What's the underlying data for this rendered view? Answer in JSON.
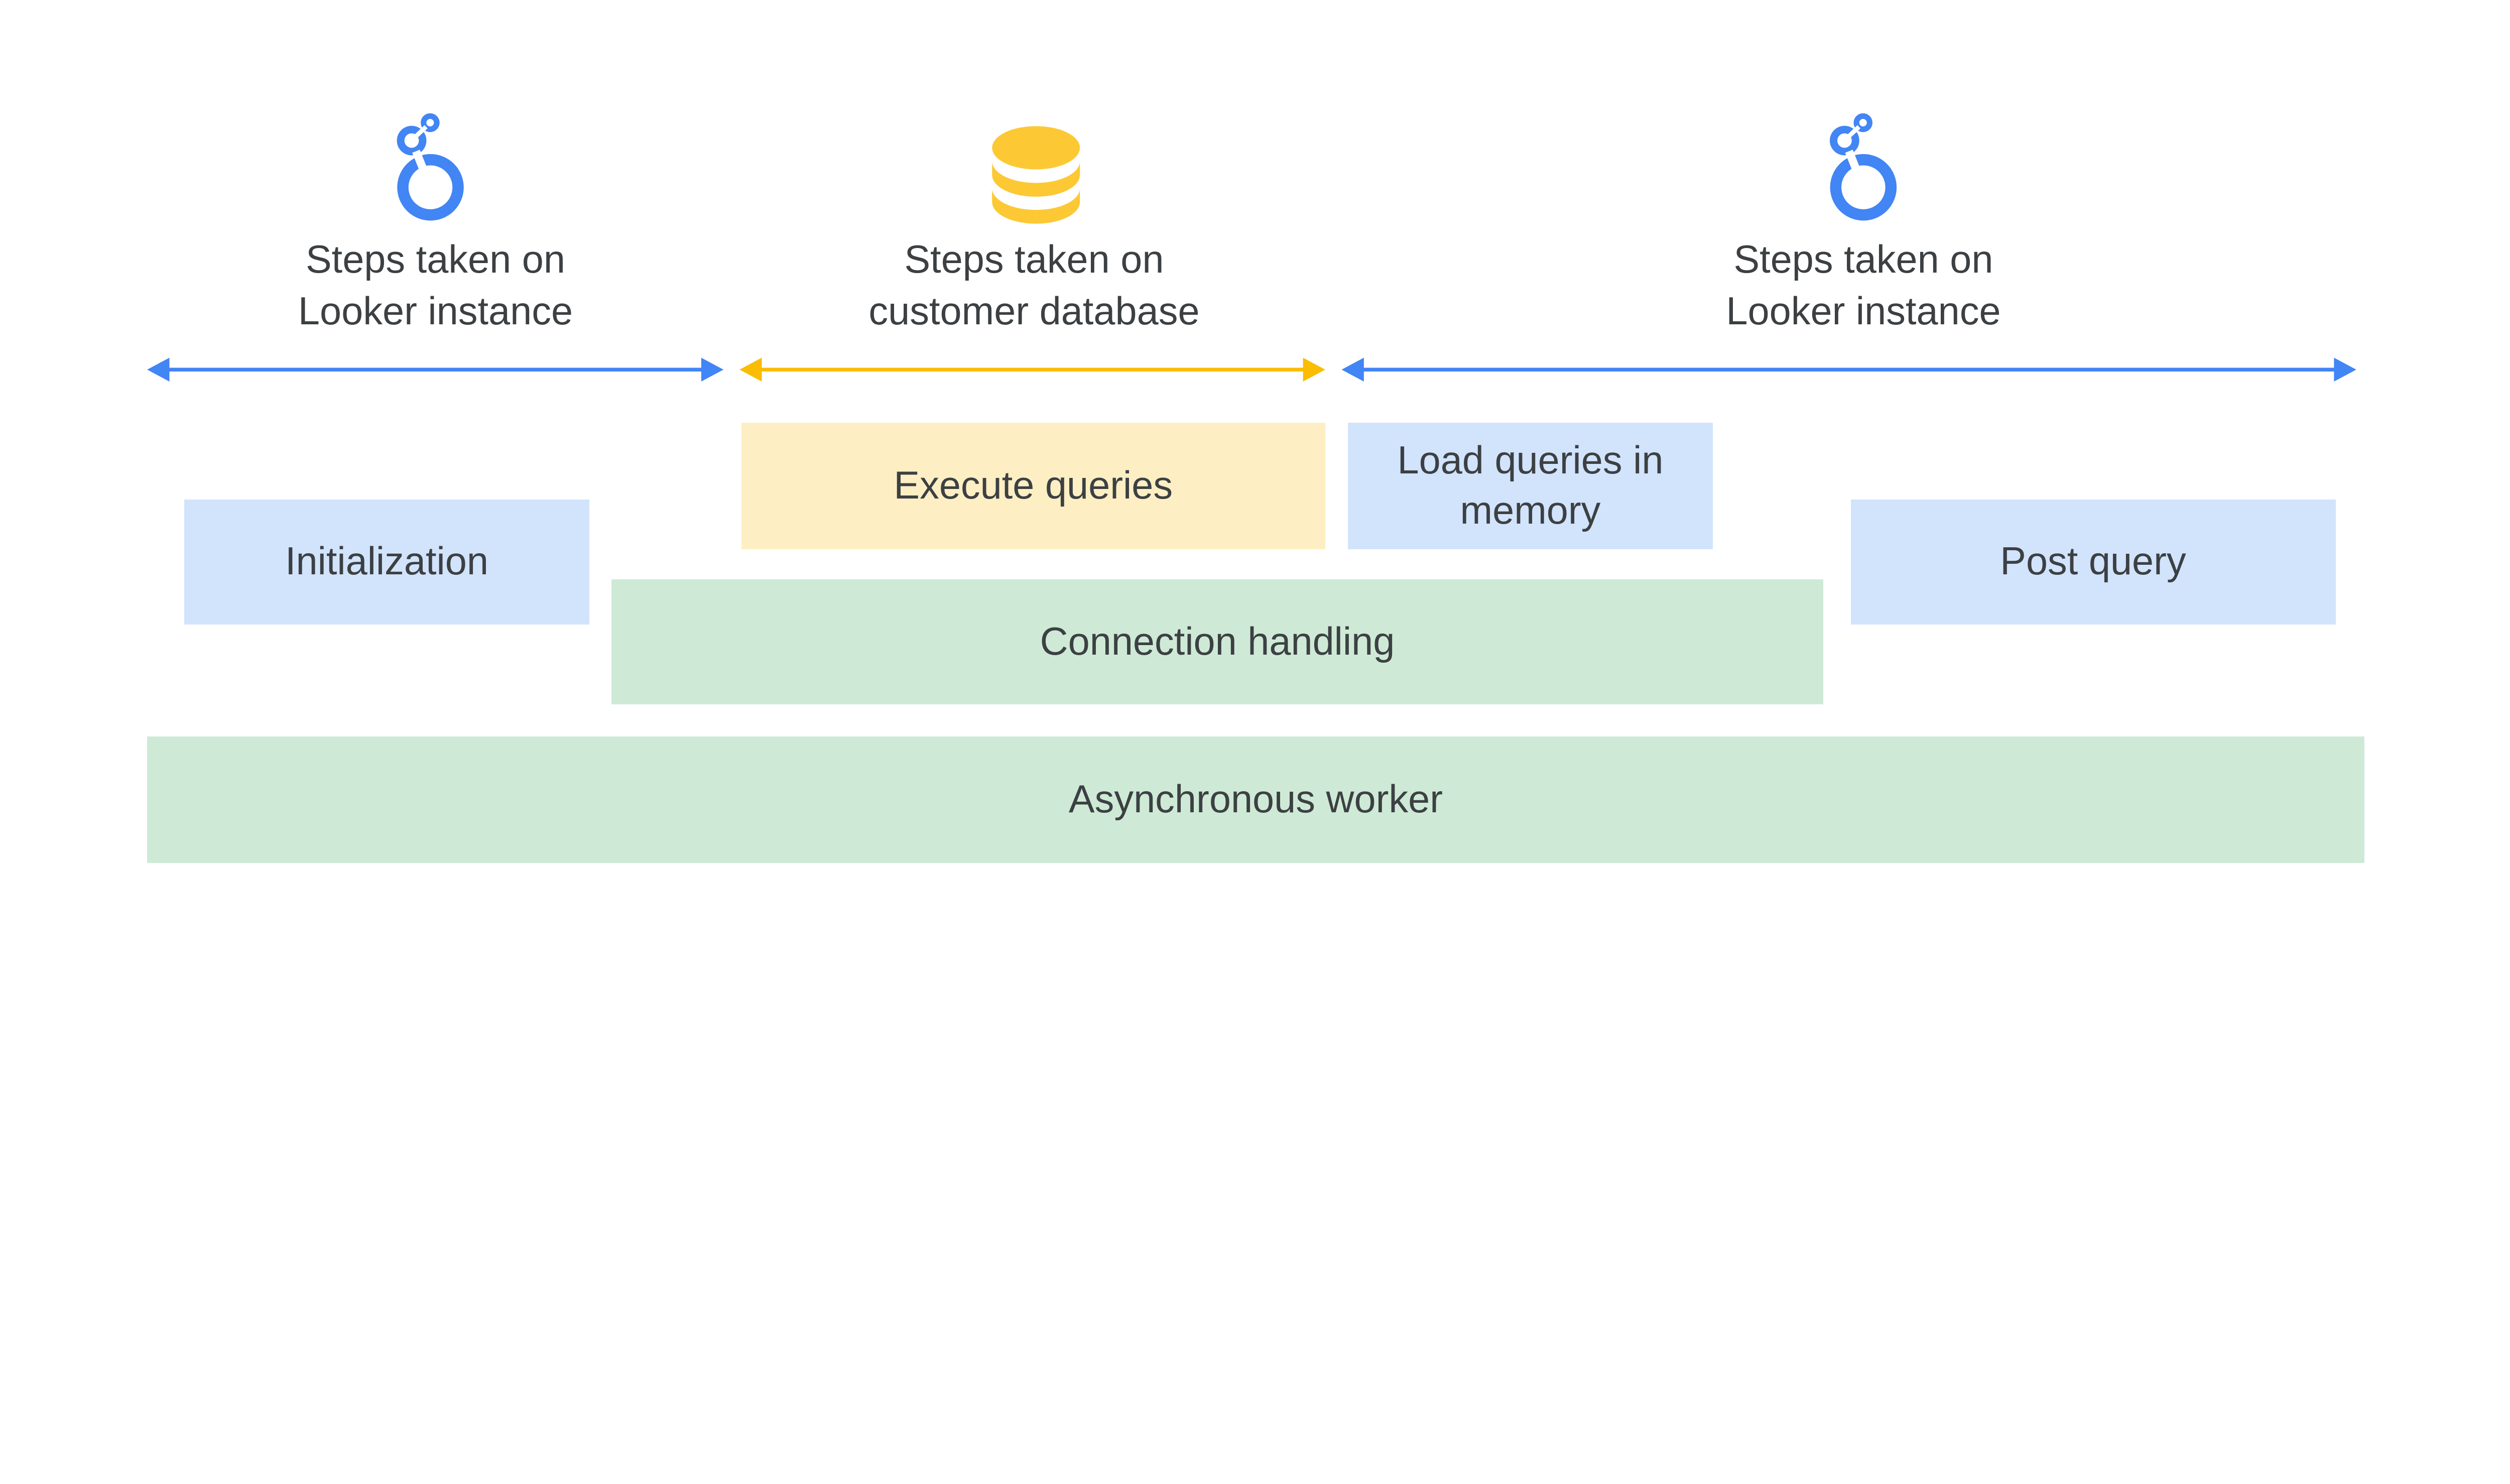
{
  "headers": [
    {
      "line1": "Steps taken on",
      "line2": "Looker instance",
      "icon": "looker-icon"
    },
    {
      "line1": "Steps taken on",
      "line2": "customer database",
      "icon": "database-icon"
    },
    {
      "line1": "Steps taken on",
      "line2": "Looker instance",
      "icon": "looker-icon"
    }
  ],
  "boxes": {
    "execute_queries": "Execute queries",
    "load_queries": "Load queries in memory",
    "initialization": "Initialization",
    "post_query": "Post query",
    "connection_handling": "Connection handling",
    "asynchronous_worker": "Asynchronous worker"
  },
  "colors": {
    "looker_blue": "#4285f4",
    "database_yellow": "#fbbc04",
    "blue_box": "#d2e3fc",
    "yellow_box": "#fdefc3",
    "green_box": "#ceead6",
    "text": "#3c4043"
  }
}
